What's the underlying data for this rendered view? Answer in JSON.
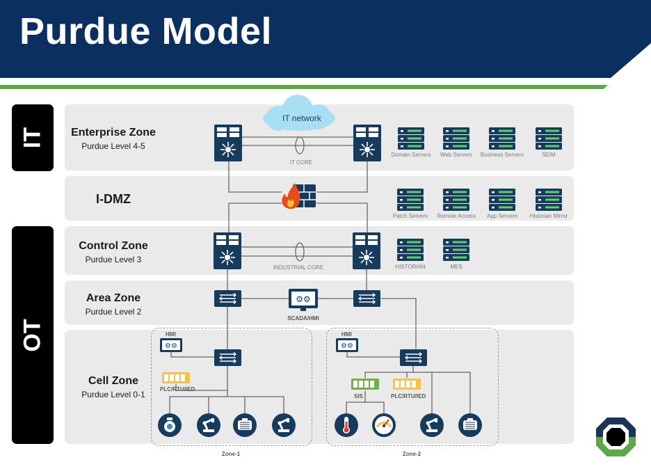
{
  "title": "Purdue Model",
  "colors": {
    "navy": "#0b3060",
    "green": "#5fa84a",
    "device": "#173b5c",
    "band": "#eaeaea",
    "cloud": "#a8dff2",
    "plc": "#f2c14e",
    "sis": "#6fae4a",
    "fire": "#e84a1a"
  },
  "side_labels": {
    "it": "IT",
    "ot": "OT"
  },
  "zones": {
    "enterprise": {
      "name": "Enterprise Zone",
      "level": "Purdue Level 4-5"
    },
    "idmz": {
      "name": "I-DMZ"
    },
    "control": {
      "name": "Control Zone",
      "level": "Purdue Level 3"
    },
    "area": {
      "name": "Area Zone",
      "level": "Purdue Level 2"
    },
    "cell": {
      "name": "Cell Zone",
      "level": "Purdue Level 0-1"
    }
  },
  "cloud_label": "IT network",
  "it_core_label": "IT CORE",
  "industrial_core_label": "INDUSTRIAL CORE",
  "enterprise_servers": [
    "Domain Servers",
    "Web Servers",
    "Business Servers",
    "SEIM"
  ],
  "dmz_servers": [
    "Patch Servers",
    "Remote Access",
    "App Servers",
    "Historian Mirror"
  ],
  "control_servers": [
    "HISTORIAN",
    "MES"
  ],
  "scada_label": "SCADA/HMI",
  "cell": {
    "hmi1": "HMI",
    "hmi2": "HMI",
    "plc1": "PLC/RTU/IED",
    "plc2": "PLC/RTU/IED",
    "sis": "SIS",
    "zone1": "Zone-1",
    "zone2": "Zone-2"
  }
}
